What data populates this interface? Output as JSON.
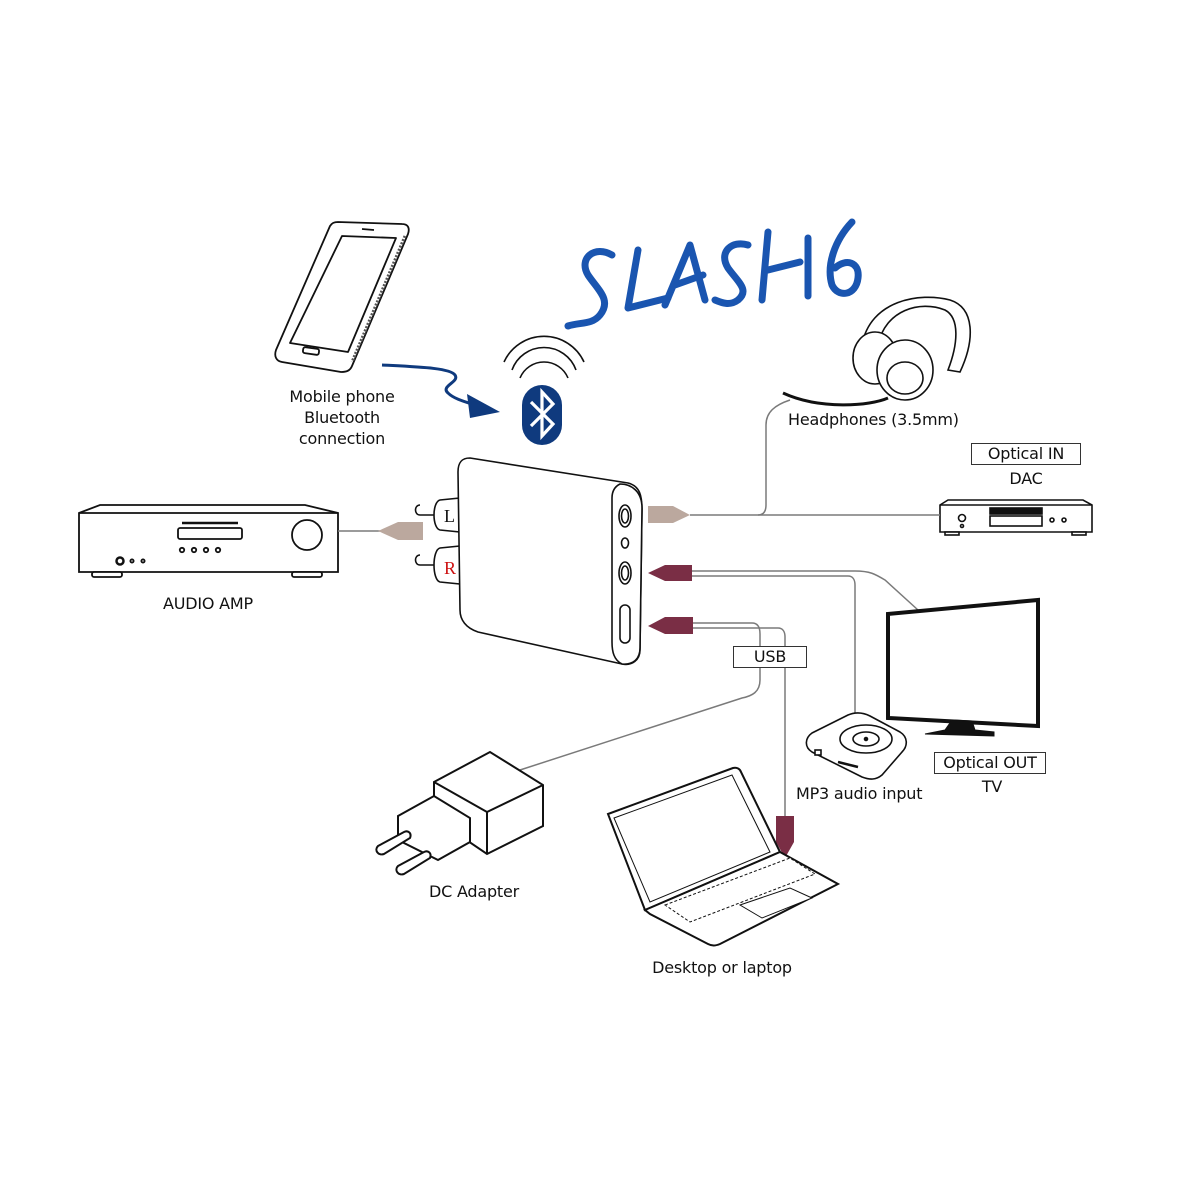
{
  "title": "SLASH6",
  "colors": {
    "title_blue": "#1a55b0",
    "bluetooth_blue": "#0f3a7e",
    "connector_tan": "#bba89e",
    "connector_maroon": "#7a2e45",
    "cable_gray": "#7a7a7a",
    "outline": "#111111",
    "r_label_red": "#cc1111"
  },
  "hub": {
    "left_label": "L",
    "right_label": "R"
  },
  "devices": {
    "phone": {
      "label_lines": [
        "Mobile phone",
        "Bluetooth",
        "connection"
      ]
    },
    "headphones": {
      "label": "Headphones (3.5mm)"
    },
    "dac": {
      "port_label": "Optical IN",
      "label": "DAC"
    },
    "amp": {
      "label": "AUDIO AMP"
    },
    "tv": {
      "port_label": "Optical OUT",
      "label": "TV"
    },
    "mp3": {
      "label": "MP3 audio input"
    },
    "usb": {
      "port_label": "USB"
    },
    "adapter": {
      "label": "DC Adapter"
    },
    "laptop": {
      "label": "Desktop or laptop"
    }
  }
}
